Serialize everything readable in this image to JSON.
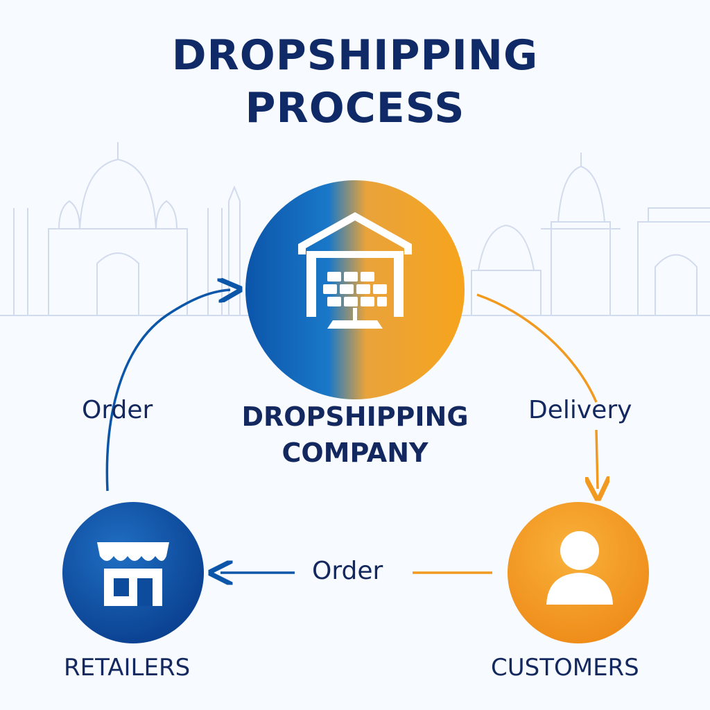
{
  "title": {
    "line1": "DROPSHIPPING",
    "line2": "PROCESS"
  },
  "nodes": {
    "company": {
      "line1": "DROPSHIPPING",
      "line2": "COMPANY",
      "icon": "warehouse-icon"
    },
    "retailers": {
      "label": "RETAILERS",
      "icon": "storefront-icon"
    },
    "customers": {
      "label": "CUSTOMERS",
      "icon": "person-icon"
    }
  },
  "flows": {
    "retailers_to_company": "Order",
    "company_to_customers": "Delivery",
    "customers_to_retailers": "Order"
  },
  "colors": {
    "blue": "#0b56a8",
    "orange": "#f29a1f",
    "navy_text": "#13285e",
    "background": "#f7fafe"
  }
}
